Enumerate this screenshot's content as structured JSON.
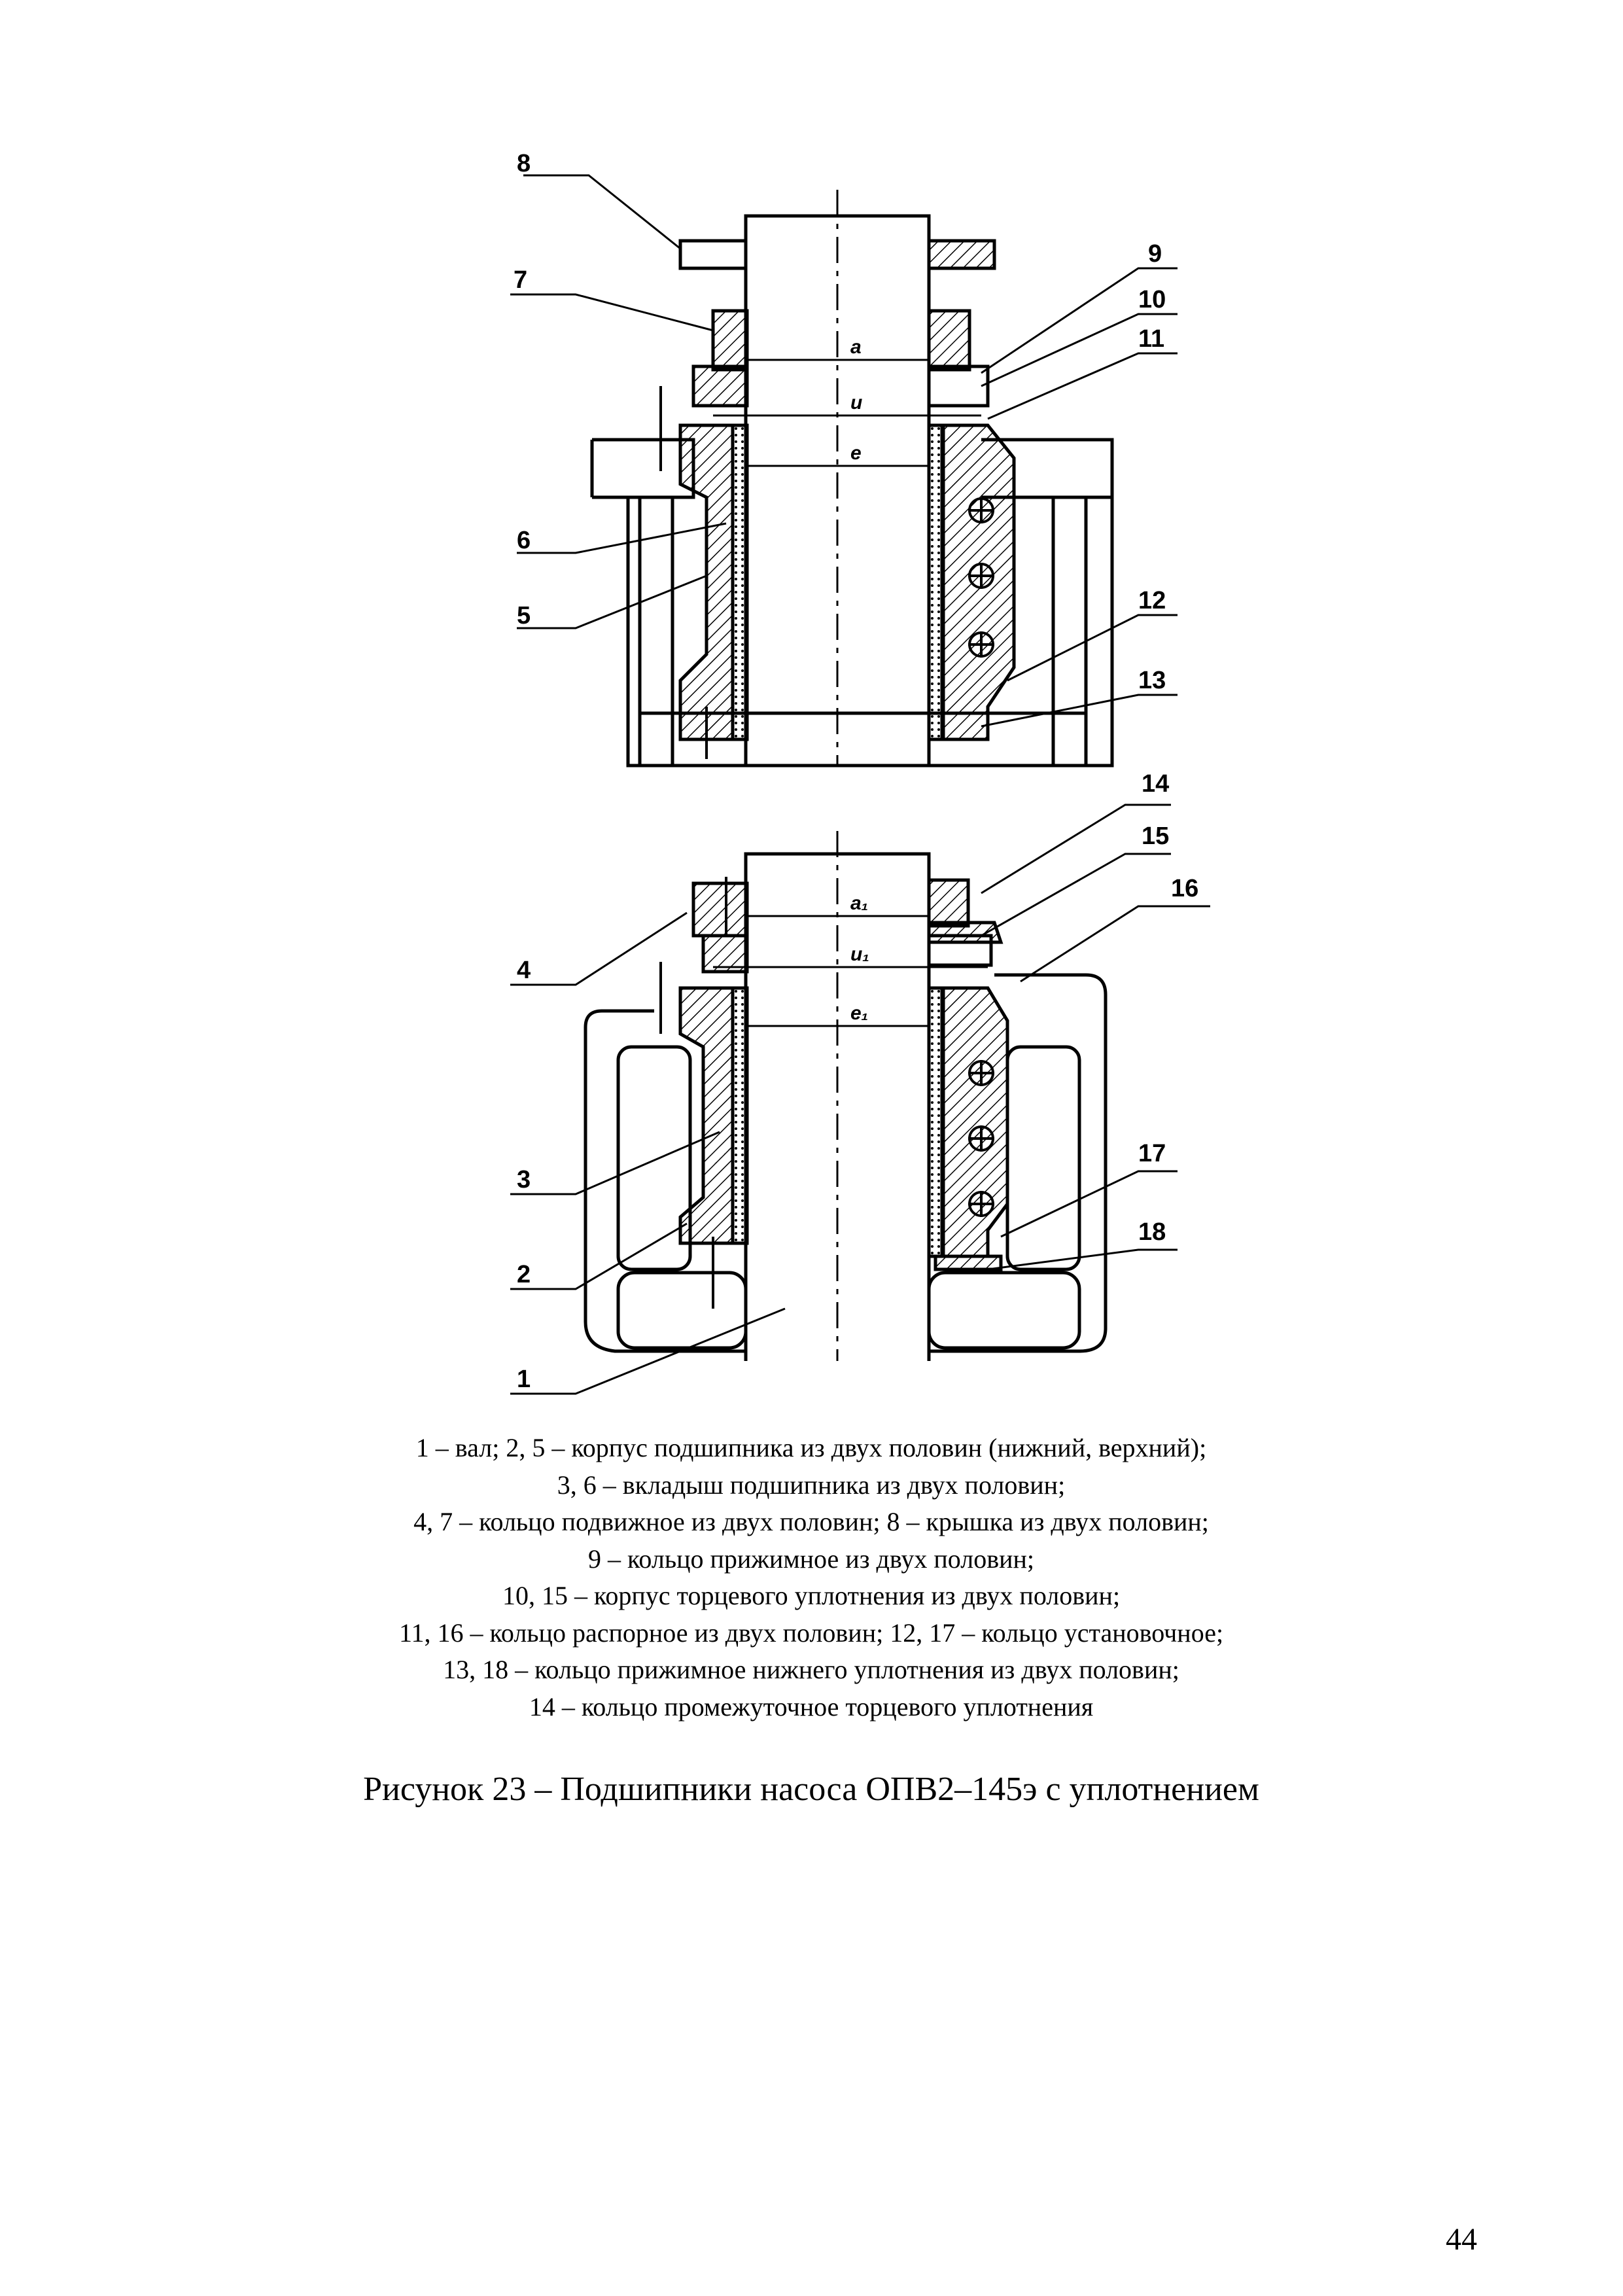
{
  "drawing": {
    "upper_assembly_callouts": [
      "8",
      "7",
      "9",
      "10",
      "11",
      "6",
      "5",
      "12",
      "13"
    ],
    "lower_assembly_callouts": [
      "14",
      "15",
      "16",
      "4",
      "3",
      "17",
      "18",
      "2",
      "1"
    ],
    "dimension_labels_upper": [
      "a",
      "u",
      "e"
    ],
    "dimension_labels_lower": [
      "a₁",
      "u₁",
      "e₁"
    ]
  },
  "legend": [
    "1 – вал; 2, 5 – корпус подшипника из двух половин (нижний, верхний);",
    "3, 6 – вкладыш подшипника из двух половин;",
    "4, 7 – кольцо подвижное из двух половин; 8 – крышка из двух половин;",
    "9 – кольцо прижимное из двух половин;",
    "10, 15 – корпус торцевого уплотнения из двух половин;",
    "11, 16 – кольцо распорное из двух половин; 12, 17 – кольцо установочное;",
    "13, 18 – кольцо прижимное нижнего уплотнения из двух половин;",
    "14 – кольцо промежуточное торцевого уплотнения"
  ],
  "figure_title": "Рисунок 23 – Подшипники насоса ОПВ2–145э с уплотнением",
  "page_number": "44"
}
